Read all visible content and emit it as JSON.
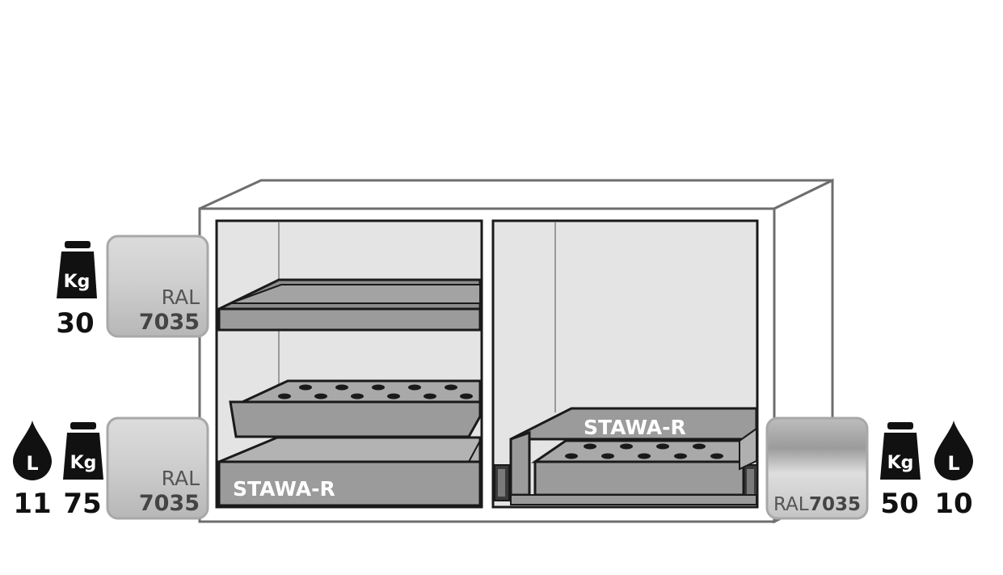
{
  "left_upper": {
    "load_kg": "30",
    "ral_label": "RAL",
    "ral_code": "7035",
    "weight_icon_text": "Kg"
  },
  "left_lower": {
    "volume_l": "11",
    "load_kg": "75",
    "ral_label": "RAL",
    "ral_code": "7035",
    "weight_icon_text": "Kg",
    "volume_icon_text": "L"
  },
  "right_lower": {
    "load_kg": "50",
    "volume_l": "10",
    "ral_label": "RAL",
    "ral_code": "7035",
    "weight_icon_text": "Kg",
    "volume_icon_text": "L"
  },
  "labels": {
    "left_sump": "STAWA-R",
    "right_sump": "STAWA-R"
  },
  "colors": {
    "ral_swatch_gray": "#c9c9c9",
    "ral_swatch_steel": "#9a9a9a",
    "shelf_gray": "#9b9b9b",
    "interior_gray": "#e2e2e2",
    "outline": "#1a1a1a",
    "icon_black": "#111111"
  }
}
